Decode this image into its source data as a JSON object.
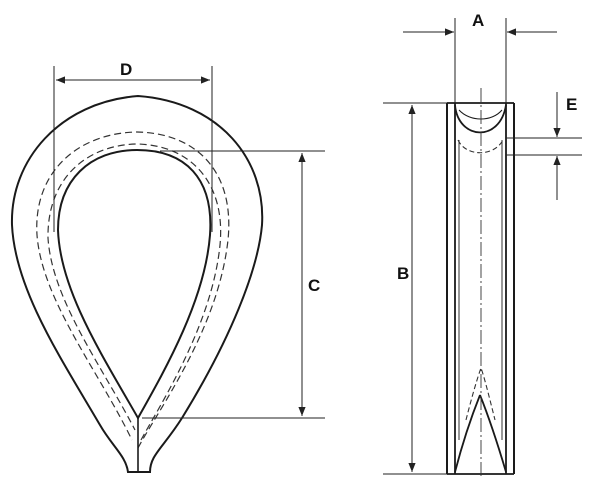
{
  "labels": {
    "A": "A",
    "B": "B",
    "C": "C",
    "D": "D",
    "E": "E"
  },
  "colors": {
    "outline": "#1a1a1a",
    "dimension_line": "#222222",
    "hidden_line": "#333333",
    "background": "#ffffff"
  },
  "line_styles": {
    "hidden_edges": "dashed",
    "center_line": "dash-dot"
  }
}
